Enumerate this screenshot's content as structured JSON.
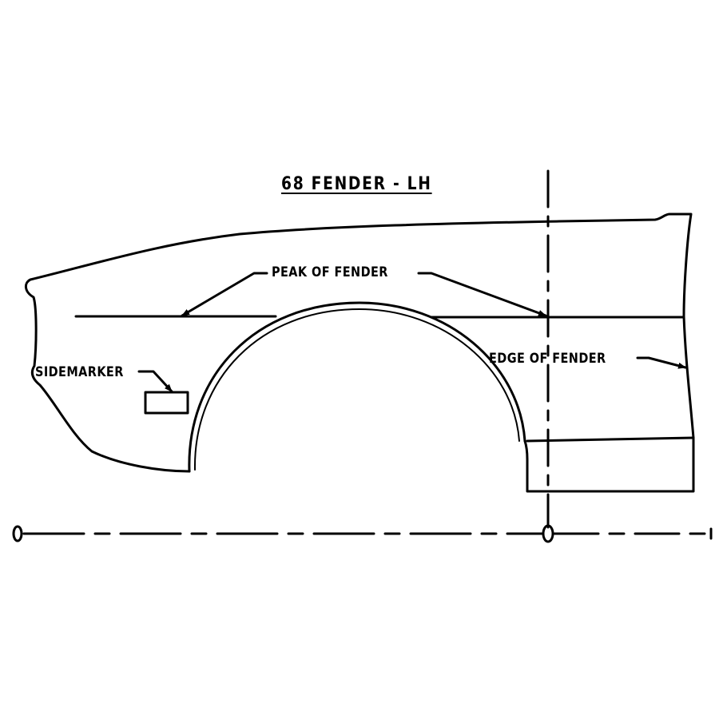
{
  "title": "68 FENDER - LH",
  "labels": {
    "peak": "PEAK OF FENDER",
    "sidemarker": "SIDEMARKER",
    "edge": "EDGE OF FENDER"
  },
  "colors": {
    "line": "#000000",
    "background": "#ffffff"
  }
}
